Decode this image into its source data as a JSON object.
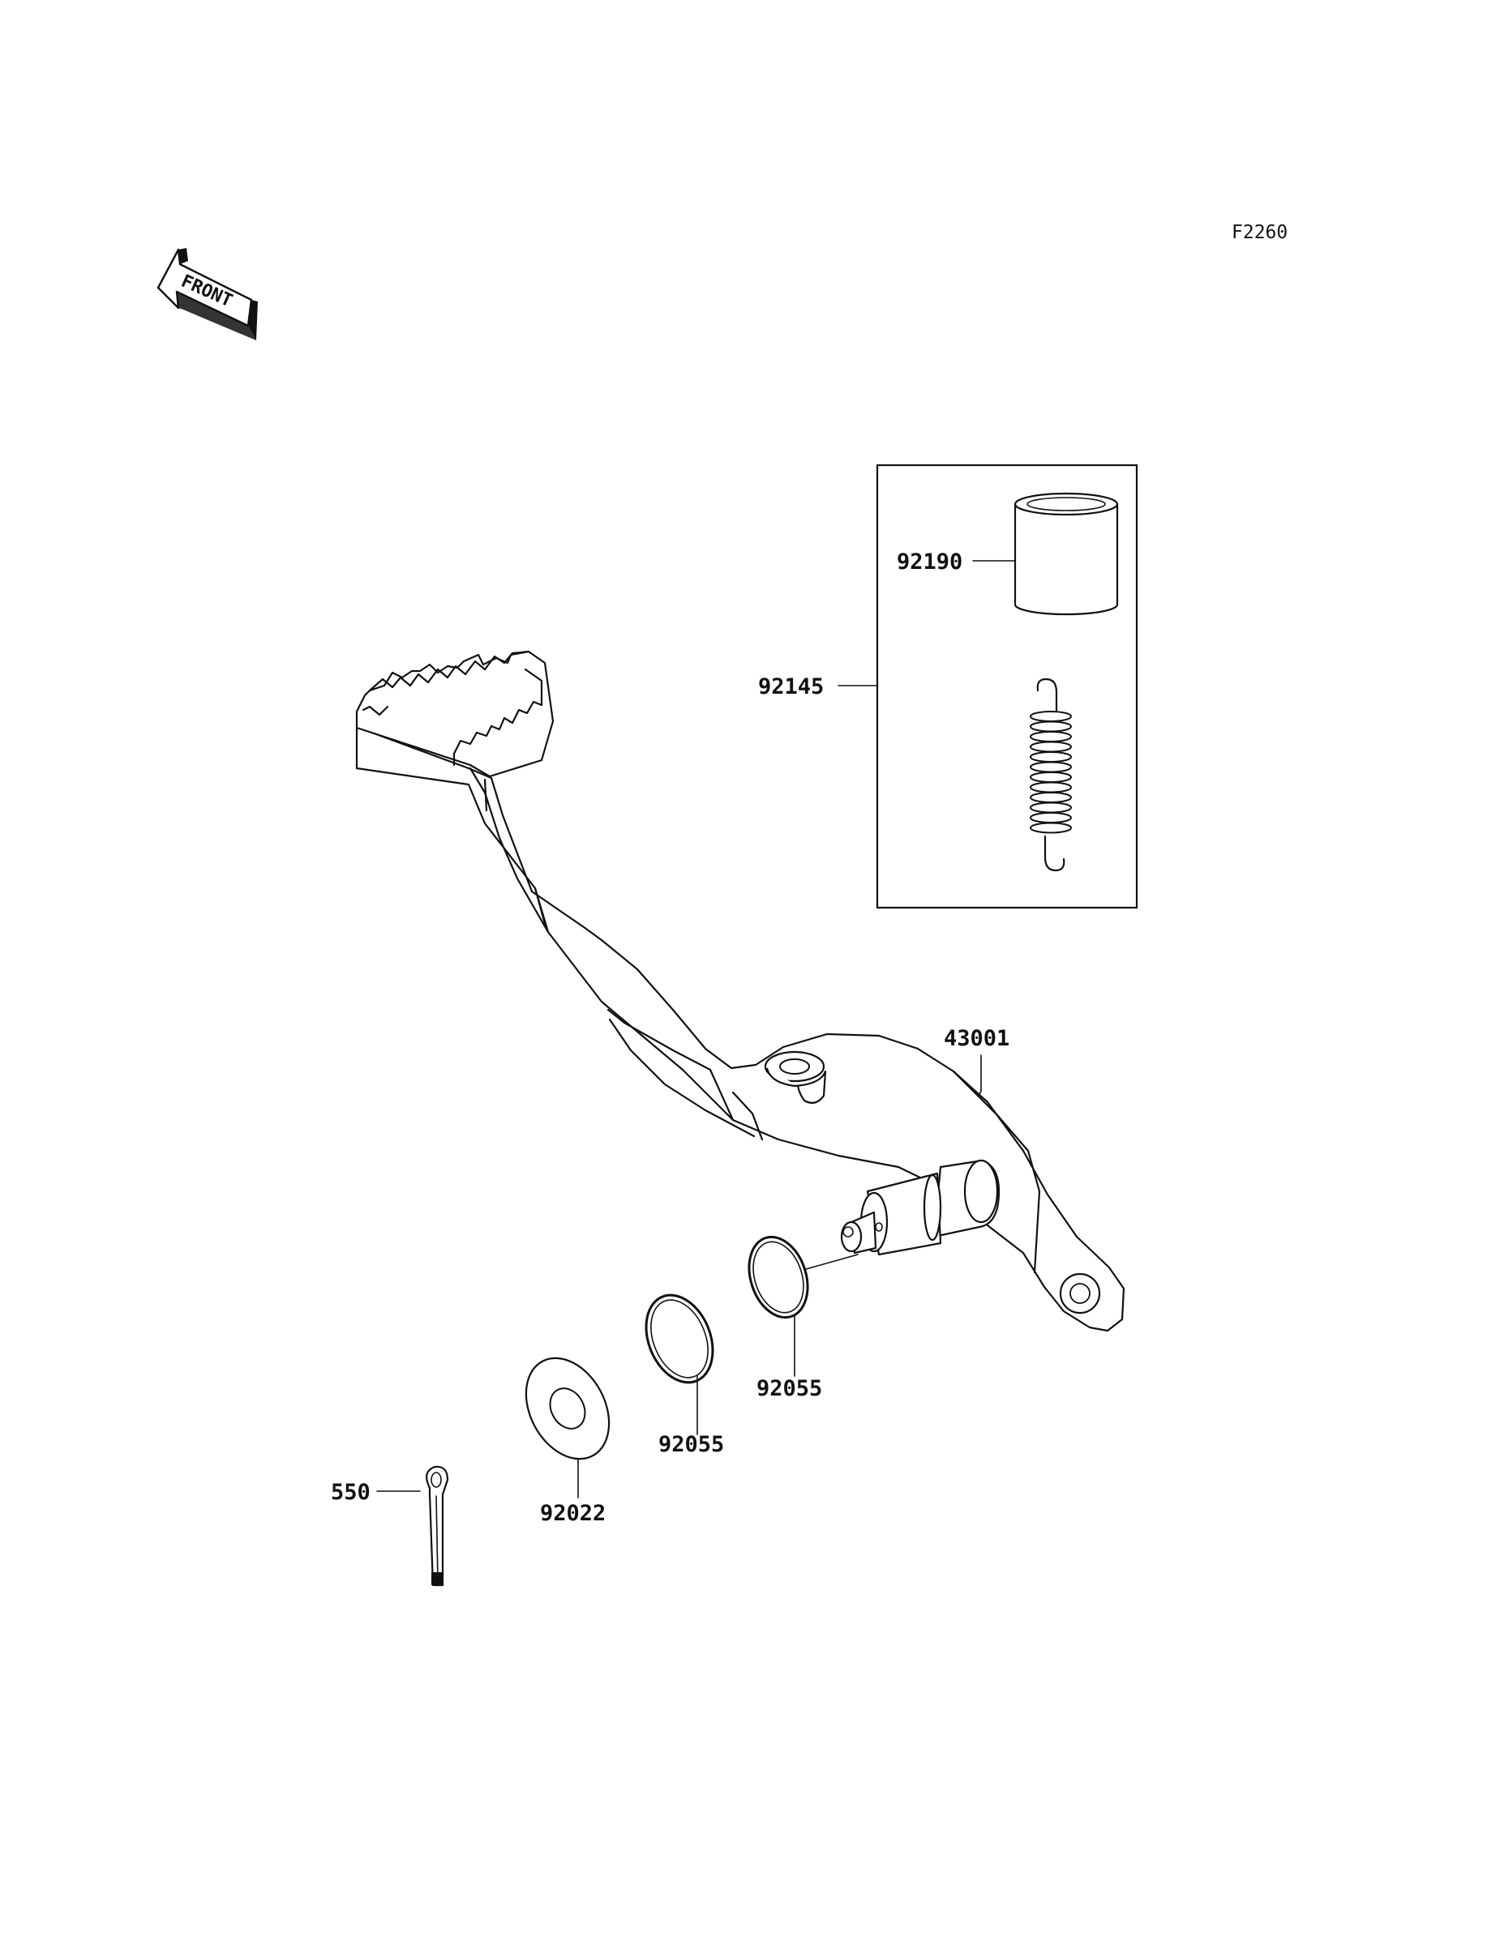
{
  "diagram_code": "F2260",
  "front_label": "FRONT",
  "kit_box": {
    "part_number": "92145"
  },
  "parts": {
    "pipe": "92190",
    "pedal": "43001",
    "oring_inner": "92055",
    "oring_outer": "92055",
    "washer": "92022",
    "cotter_pin": "550"
  },
  "colors": {
    "line": "#111111",
    "background": "#ffffff"
  }
}
